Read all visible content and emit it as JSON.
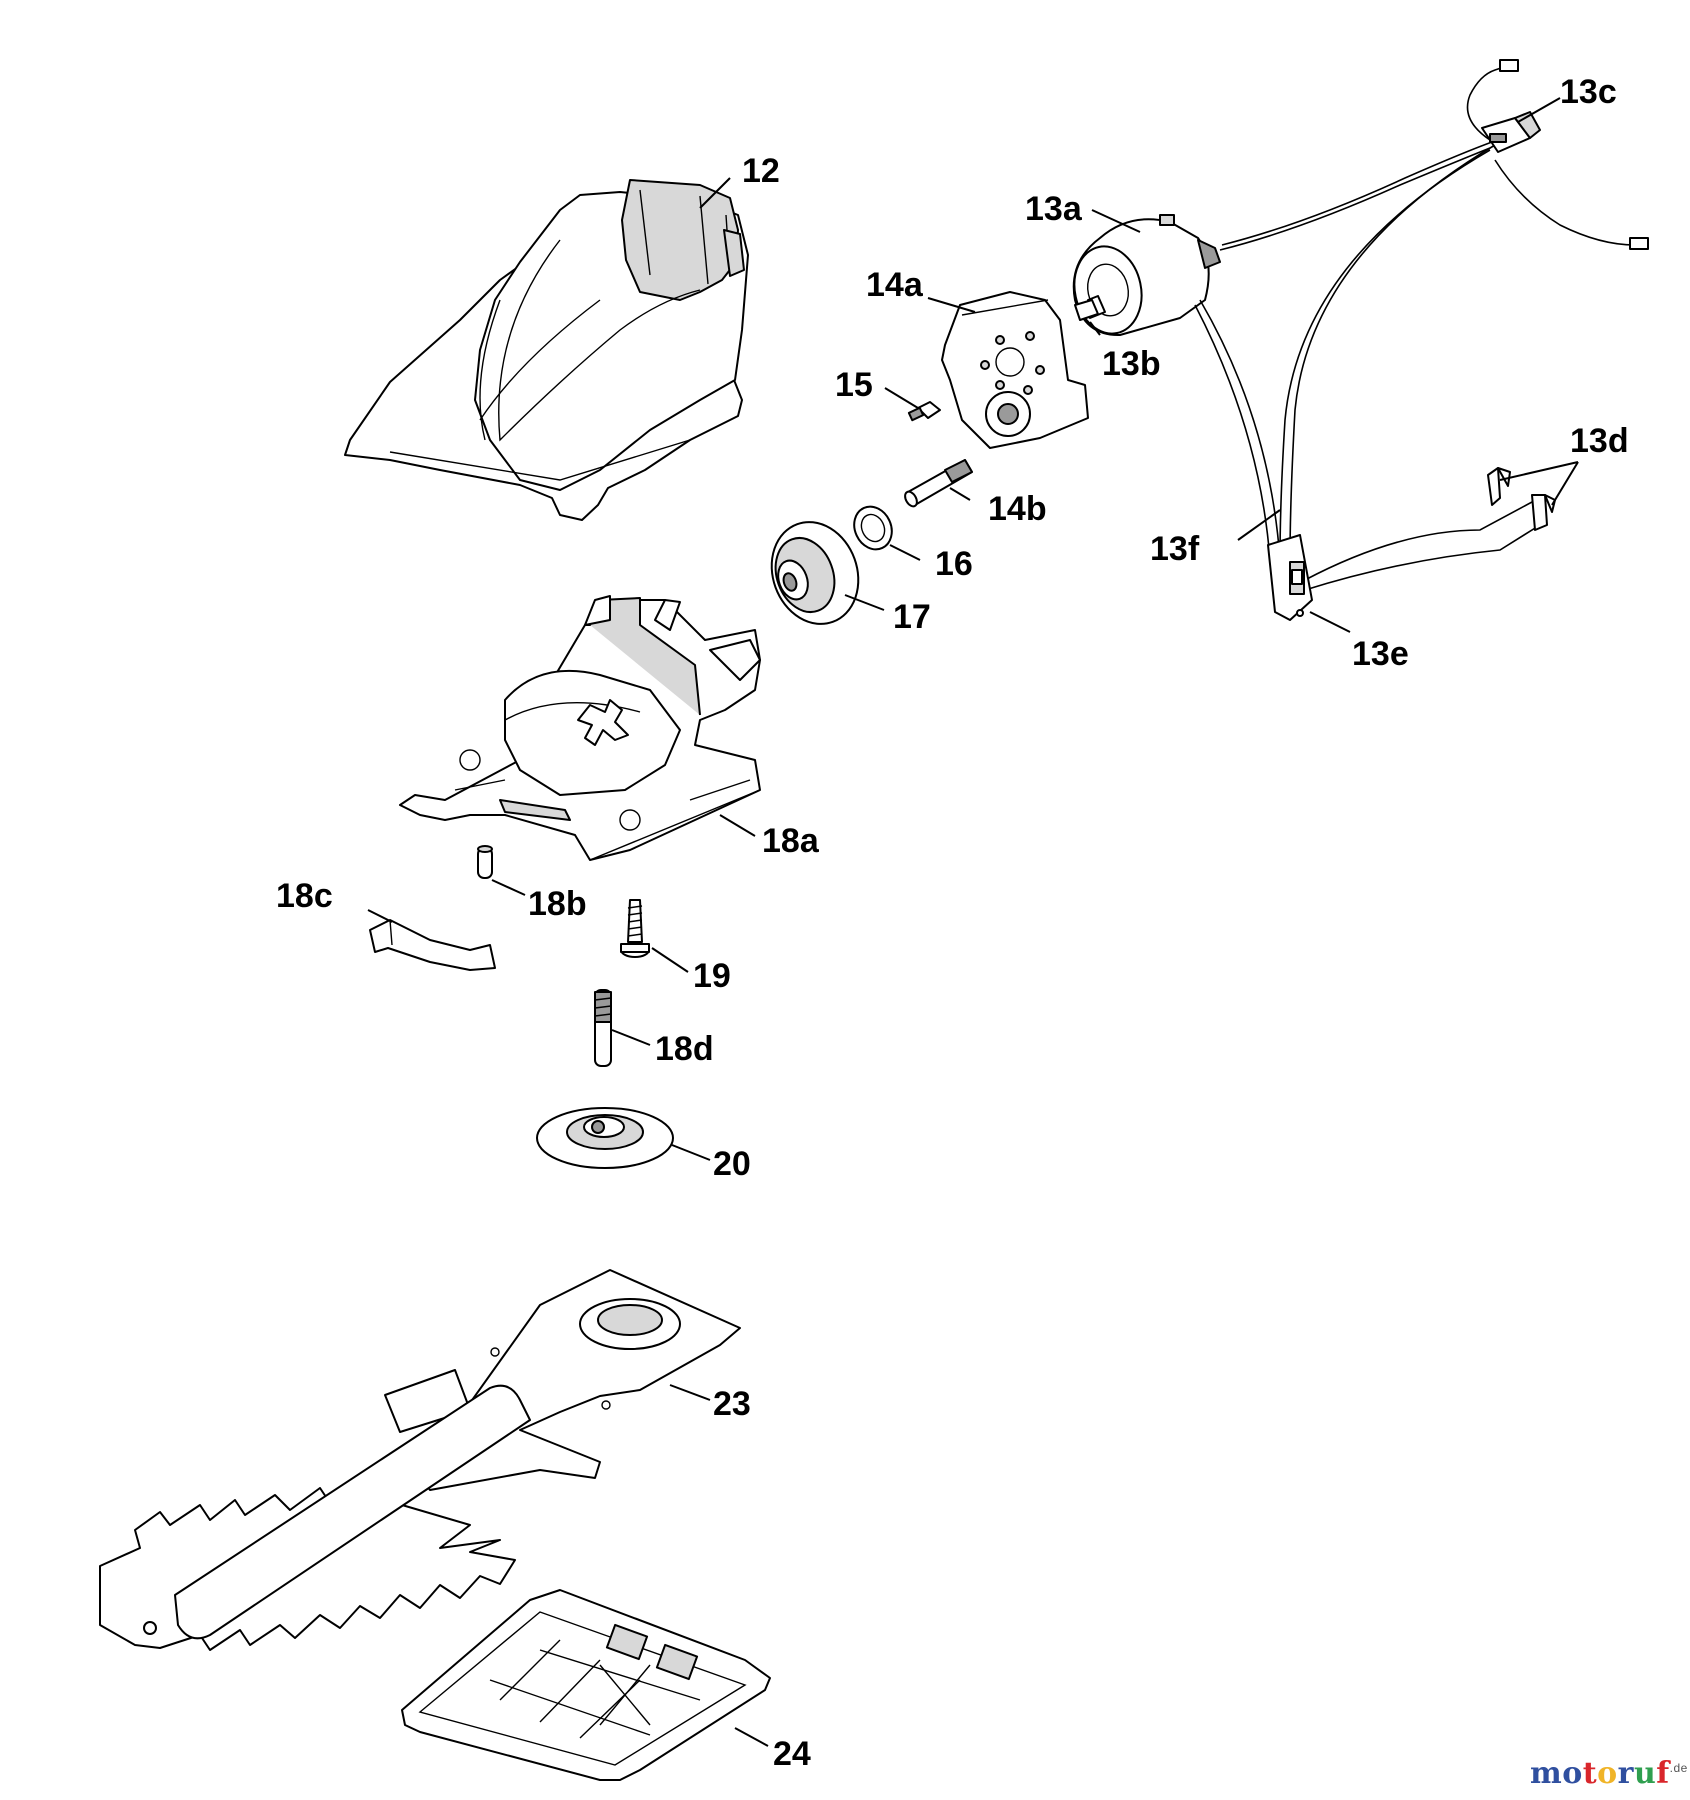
{
  "diagram": {
    "parts": [
      {
        "id": "housing-cover",
        "label": "12"
      },
      {
        "id": "motor",
        "label": "13a"
      },
      {
        "id": "motor-pinion",
        "label": "13b"
      },
      {
        "id": "power-plug",
        "label": "13c"
      },
      {
        "id": "terminal-clips",
        "label": "13d"
      },
      {
        "id": "switch",
        "label": "13e"
      },
      {
        "id": "wire-harness",
        "label": "13f"
      },
      {
        "id": "motor-mount-plate",
        "label": "14a"
      },
      {
        "id": "gear-pin",
        "label": "14b"
      },
      {
        "id": "screw",
        "label": "15"
      },
      {
        "id": "washer",
        "label": "16"
      },
      {
        "id": "drive-gear",
        "label": "17"
      },
      {
        "id": "gear-housing",
        "label": "18a"
      },
      {
        "id": "dowel-pin",
        "label": "18b"
      },
      {
        "id": "guide-clip",
        "label": "18c"
      },
      {
        "id": "shaft-pin",
        "label": "18d"
      },
      {
        "id": "mounting-screw",
        "label": "19"
      },
      {
        "id": "eccentric-disc",
        "label": "20"
      },
      {
        "id": "cutter-blade",
        "label": "23"
      },
      {
        "id": "base-plate",
        "label": "24"
      }
    ]
  },
  "watermark": {
    "letters": [
      "m",
      "o",
      "t",
      "o",
      "r",
      "u",
      "f"
    ],
    "letter_colors": [
      "#2f4f9f",
      "#2f4f9f",
      "#d9262b",
      "#f0b428",
      "#2f4f9f",
      "#2f9f4f",
      "#d9262b"
    ],
    "suffix": ".de"
  }
}
